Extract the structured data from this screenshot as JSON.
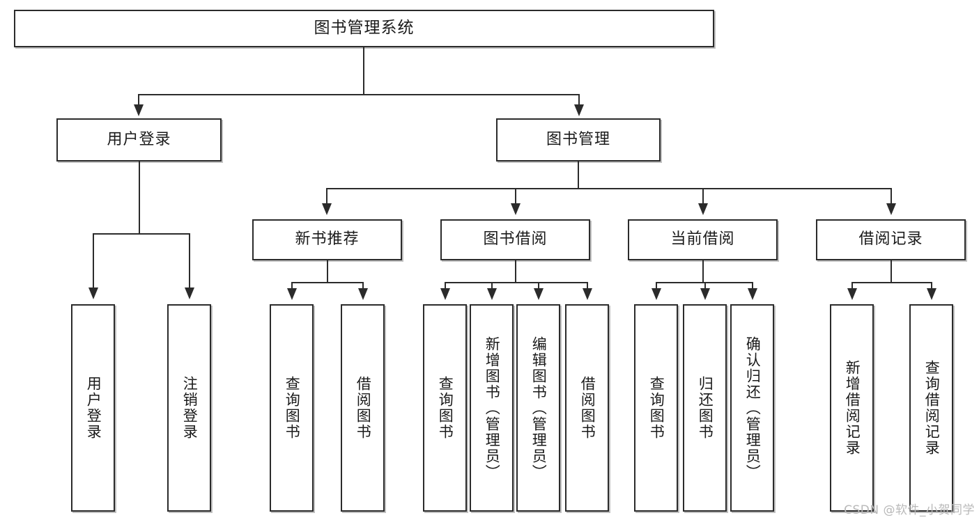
{
  "diagram": {
    "title": "图书管理系统",
    "type": "tree",
    "root": {
      "label": "图书管理系统"
    },
    "level2": [
      {
        "label": "用户登录"
      },
      {
        "label": "图书管理"
      }
    ],
    "level3": [
      {
        "label": "新书推荐"
      },
      {
        "label": "图书借阅"
      },
      {
        "label": "当前借阅"
      },
      {
        "label": "借阅记录"
      }
    ],
    "leaves": {
      "user_login": [
        {
          "label": "用户登录"
        },
        {
          "label": "注销登录"
        }
      ],
      "new_book_recommend": [
        {
          "label": "查询图书"
        },
        {
          "label": "借阅图书"
        }
      ],
      "book_borrow": [
        {
          "label": "查询图书"
        },
        {
          "label": "新增图书（管理员）"
        },
        {
          "label": "编辑图书（管理员）"
        },
        {
          "label": "借阅图书"
        }
      ],
      "current_borrow": [
        {
          "label": "查询图书"
        },
        {
          "label": "归还图书"
        },
        {
          "label": "确认归还（管理员）"
        }
      ],
      "borrow_record": [
        {
          "label": "新增借阅记录"
        },
        {
          "label": "查询借阅记录"
        }
      ]
    }
  },
  "watermark": {
    "text": "CSDN @软件_小贺同学"
  },
  "colors": {
    "box_border": "#2b2b2b",
    "box_fill": "#ffffff",
    "line": "#2b2b2b",
    "text": "#1a1a1a",
    "watermark": "#b9b9b9"
  }
}
